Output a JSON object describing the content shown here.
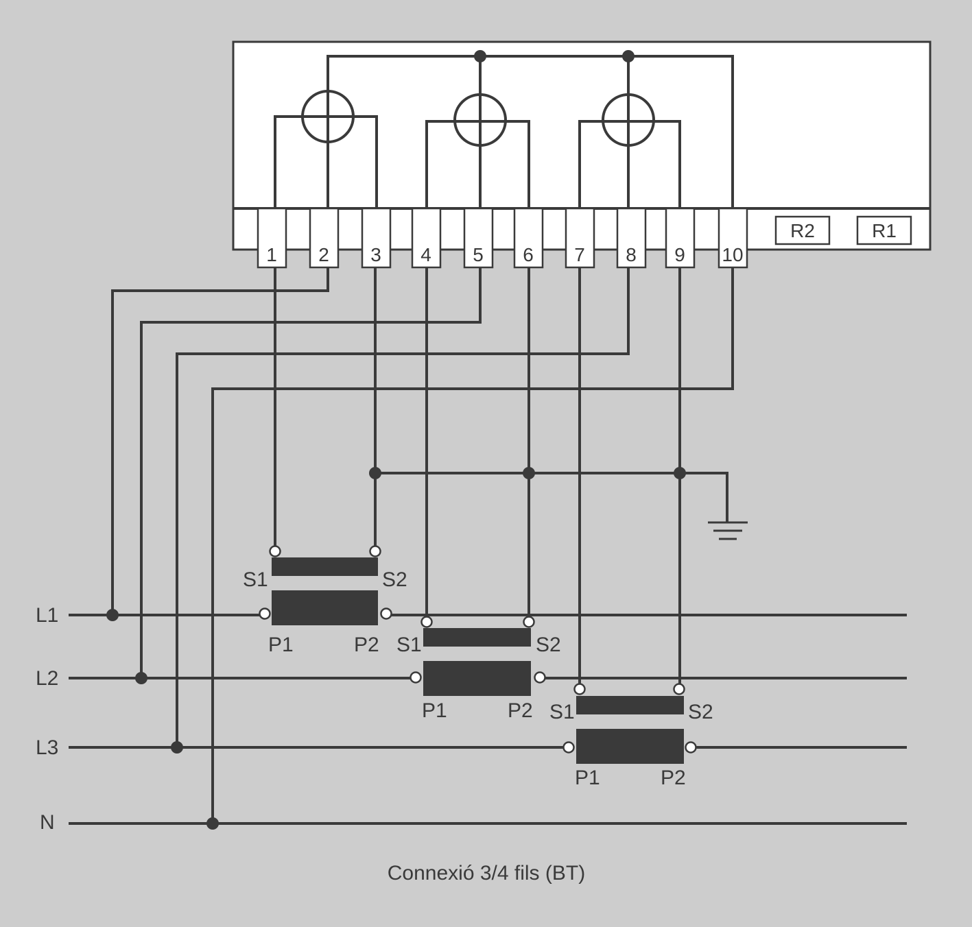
{
  "meter": {
    "terminals": [
      "1",
      "2",
      "3",
      "4",
      "5",
      "6",
      "7",
      "8",
      "9",
      "10"
    ],
    "relays": [
      "R2",
      "R1"
    ]
  },
  "lines": [
    "L1",
    "L2",
    "L3",
    "N"
  ],
  "transformers": [
    {
      "s1": "S1",
      "s2": "S2",
      "p1": "P1",
      "p2": "P2"
    },
    {
      "s1": "S1",
      "s2": "S2",
      "p1": "P1",
      "p2": "P2"
    },
    {
      "s1": "S1",
      "s2": "S2",
      "p1": "P1",
      "p2": "P2"
    }
  ],
  "caption": "Connexió 3/4 fils (BT)"
}
